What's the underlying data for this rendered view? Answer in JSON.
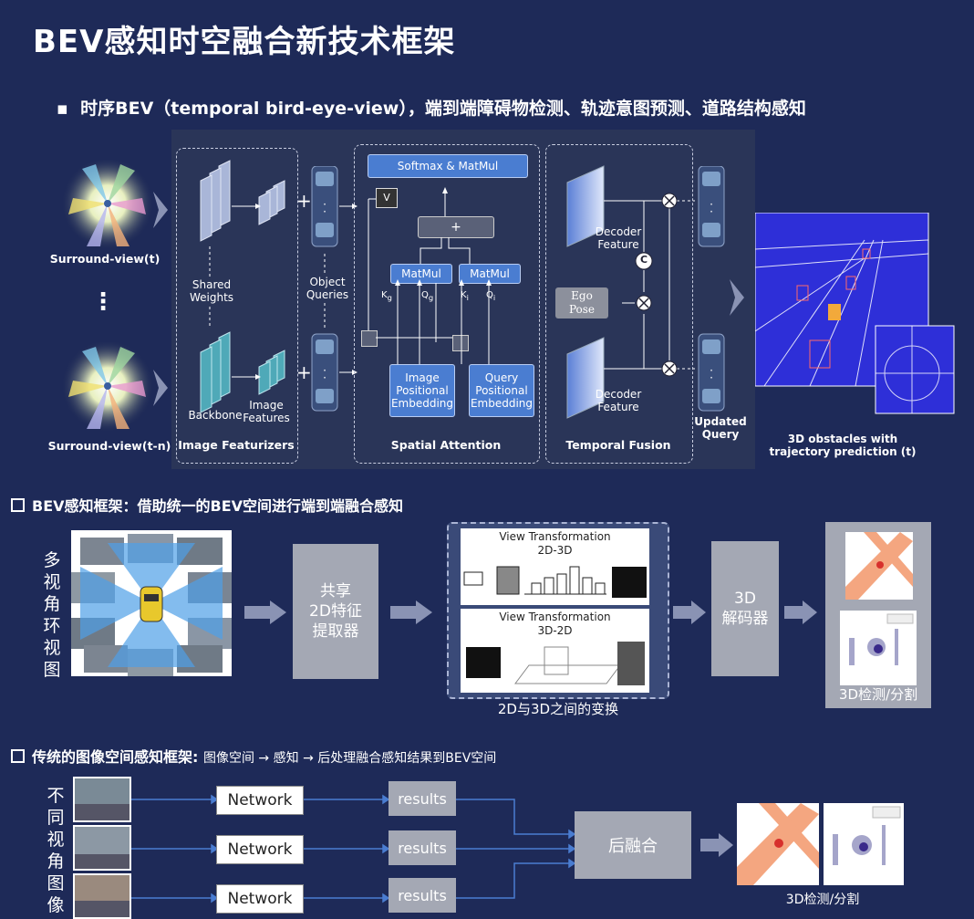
{
  "title": "BEV感知时空融合新技术框架",
  "bullet": "时序BEV（temporal bird-eye-view），端到端障碍物检测、轨迹意图预测、道路结构感知",
  "top_diagram": {
    "surround_t": "Surround-view(t)",
    "surround_tn": "Surround-view(t-n)",
    "dots": "⋮",
    "shared_weights": "Shared\nWeights",
    "backbone": "Backbone",
    "image_features": "Image\nFeatures",
    "image_featurizers": "Image Featurizers",
    "object_queries": "Object\nQueries",
    "softmax": "Softmax & MatMul",
    "v": "V",
    "plus": "+",
    "matmul": "MatMul",
    "kg": "K",
    "kg_sub": "g",
    "qg": "Q",
    "qg_sub": "g",
    "ki": "K",
    "ki_sub": "i",
    "qi": "Q",
    "qi_sub": "i",
    "image_pe": "Image\nPositional\nEmbedding",
    "query_pe": "Query\nPositional\nEmbedding",
    "spatial_attention": "Spatial Attention",
    "decoder_feature": "Decoder\nFeature",
    "ego_pose": "Ego\nPose",
    "c": "C",
    "temporal_fusion": "Temporal Fusion",
    "updated_query": "Updated\nQuery",
    "obstacles": "3D obstacles with\ntrajectory prediction (t)"
  },
  "section2": {
    "heading": "BEV感知框架：借助统一的BEV空间进行端到端融合感知",
    "left_vertical": "多视角环视图",
    "shared_box": "共享\n2D特征\n提取器",
    "vt1_title": "View Transformation\n2D-3D",
    "vt2_title": "View Transformation\n3D-2D",
    "vt_caption": "2D与3D之间的变换",
    "decoder_box": "3D\n解码器",
    "output_caption": "3D检测/分割"
  },
  "section3": {
    "heading": "传统的图像空间感知框架:",
    "heading_rest": "图像空间 → 感知 → 后处理融合感知结果到BEV空间",
    "left_vertical": "不同视角图像",
    "network": "Network",
    "results": "results",
    "fusion_box": "后融合",
    "output_caption": "3D检测/分割"
  },
  "colors": {
    "background": "#1e2a58",
    "panel": "#2a3558",
    "accent_blue": "#4a7dd1",
    "grey_box": "#a4a8b4"
  }
}
